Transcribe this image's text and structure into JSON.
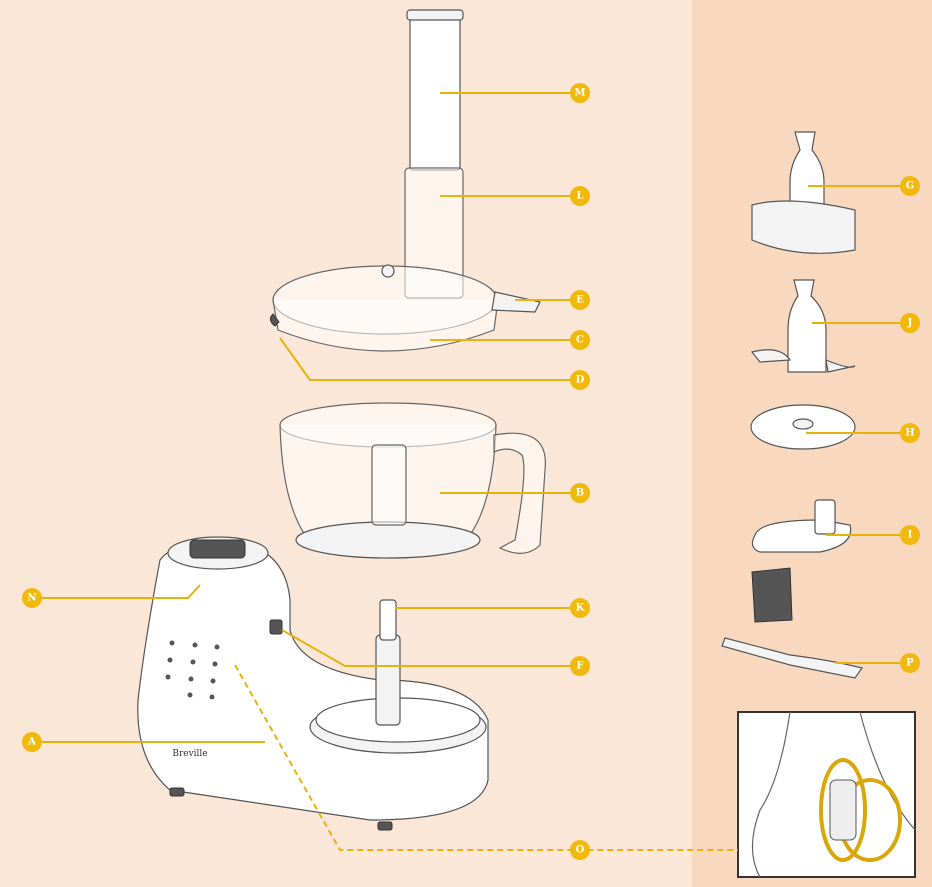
{
  "labels": {
    "M": "M",
    "L": "L",
    "E": "E",
    "C": "C",
    "D": "D",
    "B": "B",
    "K": "K",
    "F": "F",
    "N": "N",
    "A": "A",
    "O": "O",
    "G": "G",
    "J": "J",
    "H": "H",
    "I": "I",
    "P": "P"
  },
  "base_brand": "Breville",
  "colors": {
    "background": "#fbe7d8",
    "side_panel": "#f8d8bf",
    "marker": "#f2b90d",
    "leader": "#e7b20e"
  }
}
